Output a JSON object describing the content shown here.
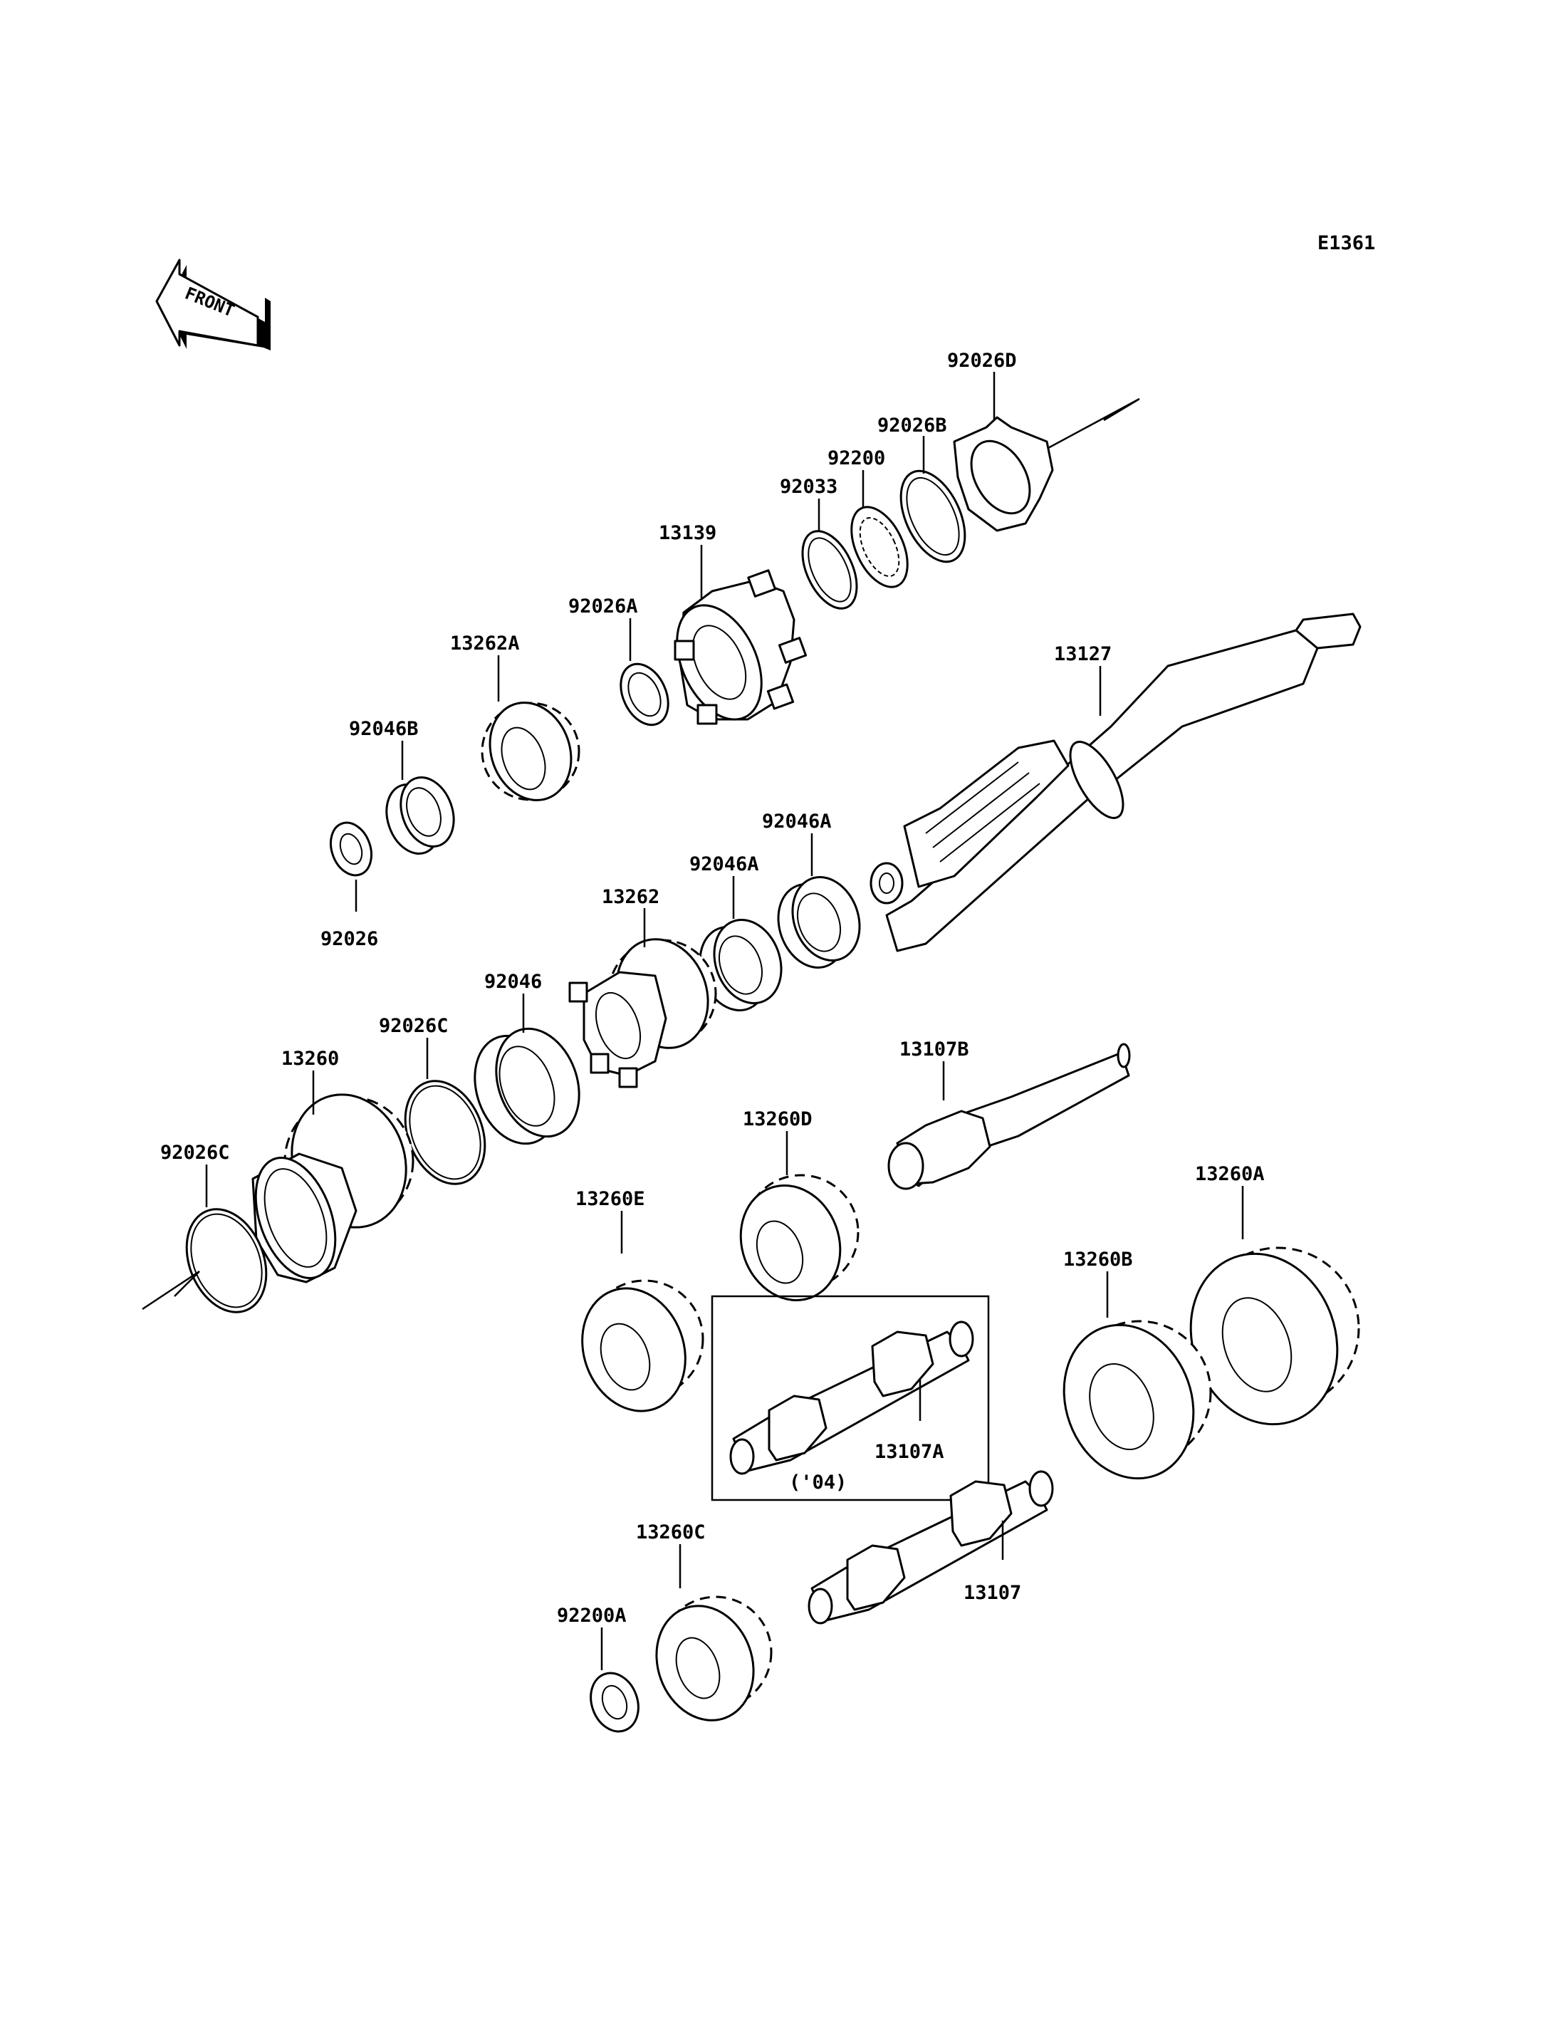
{
  "diagram_code": "E1361",
  "front_label": "FRONT",
  "labels": {
    "p92026D": "92026D",
    "p92026B": "92026B",
    "p92200": "92200",
    "p92033": "92033",
    "p13139": "13139",
    "p92026A": "92026A",
    "p13262A": "13262A",
    "p13127": "13127",
    "p92046B": "92046B",
    "p92026": "92026",
    "p92046A_upper": "92046A",
    "p92046A_lower": "92046A",
    "p13262": "13262",
    "p92046": "92046",
    "p92026C_upper": "92026C",
    "p13260": "13260",
    "p92026C_lower": "92026C",
    "p13107B": "13107B",
    "p13260D": "13260D",
    "p13260E": "13260E",
    "p13260A": "13260A",
    "p13260B": "13260B",
    "p13107A": "13107A",
    "variant_04": "('04)",
    "p13260C": "13260C",
    "p13107": "13107",
    "p92200A": "92200A"
  }
}
